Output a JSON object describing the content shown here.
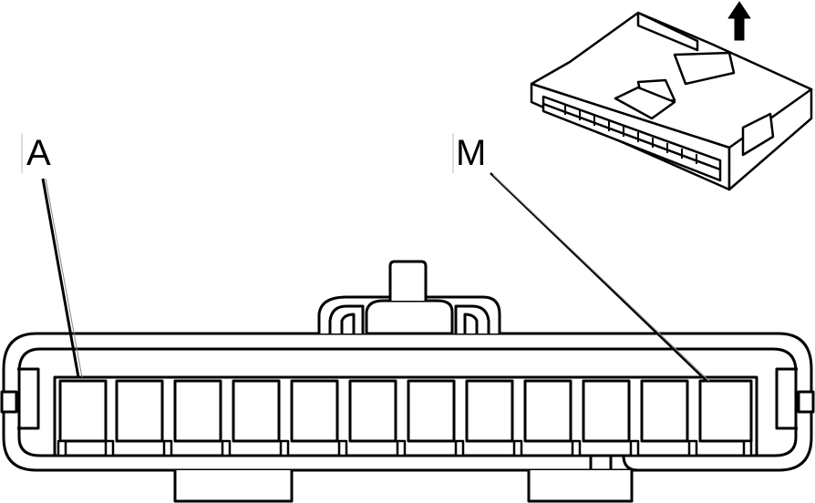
{
  "diagram": {
    "pin_labels": {
      "first": "A",
      "last": "M"
    },
    "cavity_count": 12,
    "icons": {
      "direction_arrow": "up-arrow-icon",
      "connector_thumbnail": "connector-3d-icon"
    },
    "colors": {
      "line": "#000000",
      "background": "#ffffff"
    }
  }
}
